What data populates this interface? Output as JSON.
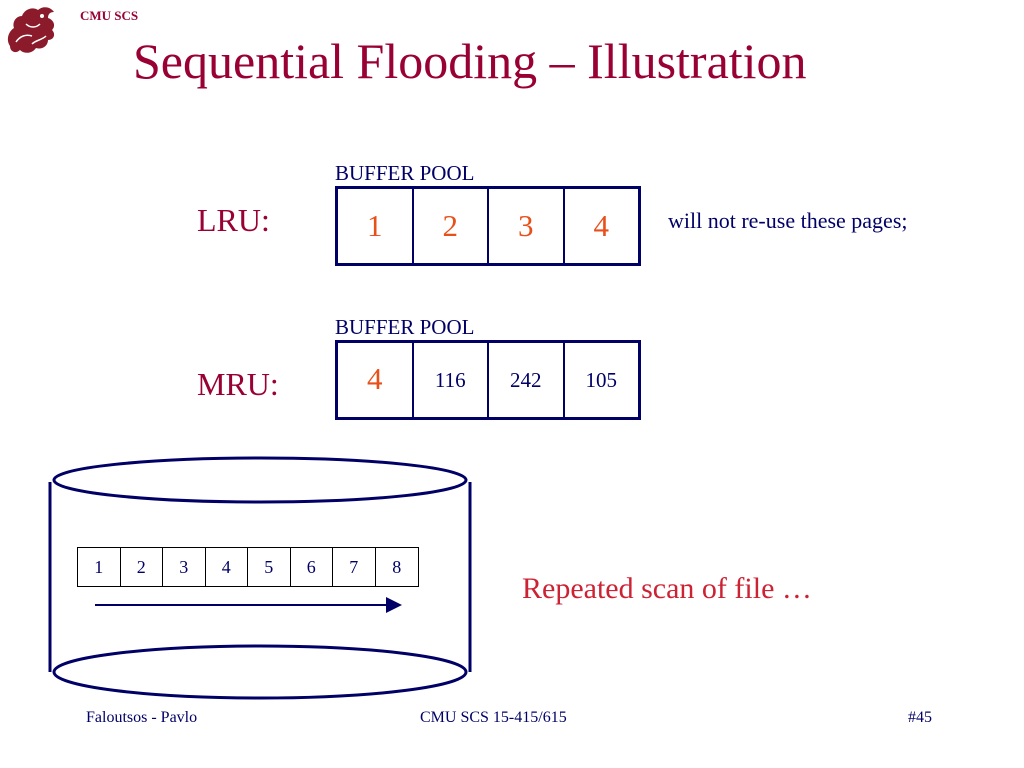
{
  "header": {
    "brand": "CMU SCS",
    "title": "Sequential Flooding – Illustration"
  },
  "lru": {
    "label": "LRU:",
    "pool_label": "BUFFER POOL",
    "cells": [
      "1",
      "2",
      "3",
      "4"
    ],
    "note": "will not re-use these pages;"
  },
  "mru": {
    "label": "MRU:",
    "pool_label": "BUFFER POOL",
    "cells": [
      "4",
      "116",
      "242",
      "105"
    ]
  },
  "disk": {
    "file_pages": [
      "1",
      "2",
      "3",
      "4",
      "5",
      "6",
      "7",
      "8"
    ]
  },
  "caption": "Repeated scan of file …",
  "footer": {
    "left": "Faloutsos - Pavlo",
    "center": "CMU SCS 15-415/615",
    "right": "#45"
  },
  "colors": {
    "title": "#990033",
    "text": "#000066",
    "accent": "#e8501a",
    "caption": "#cc2233"
  },
  "icons": {
    "logo": "griffin-logo-icon"
  }
}
